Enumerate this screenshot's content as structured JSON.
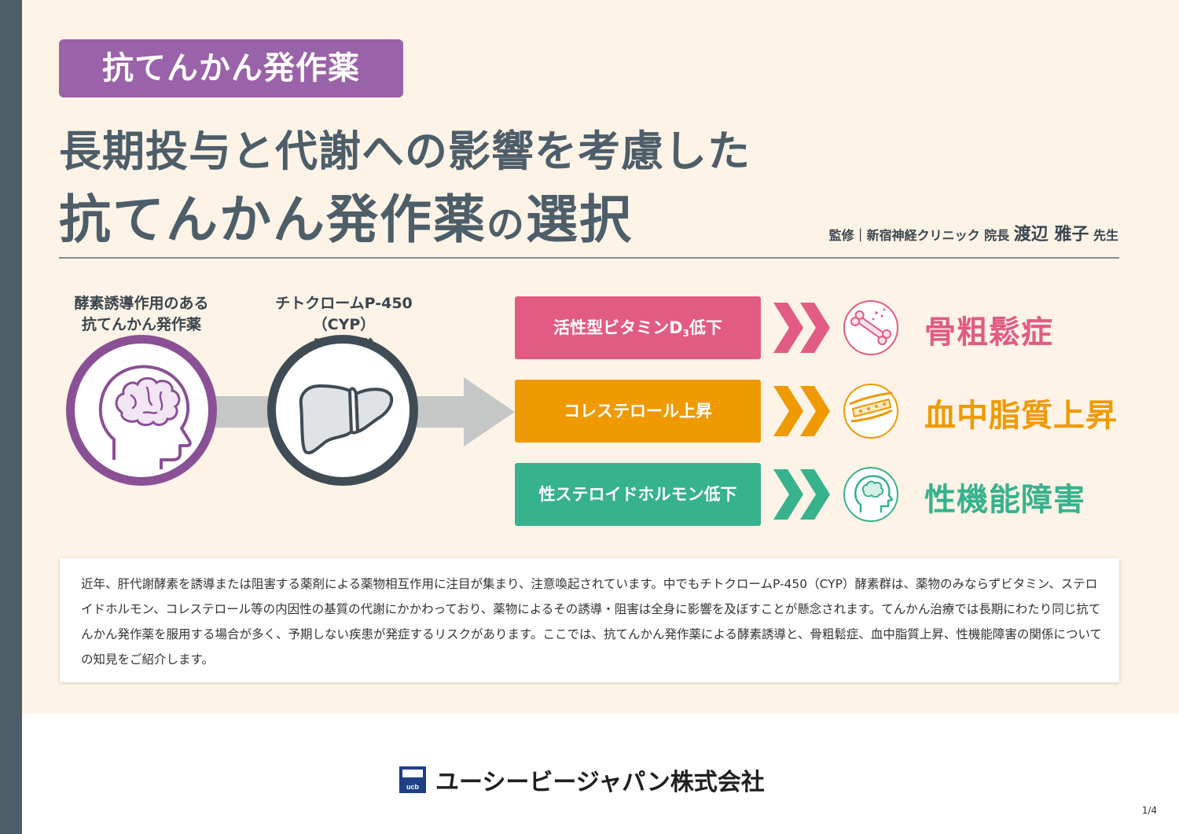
{
  "header": {
    "tag": "抗てんかん発作薬",
    "title_line1": "長期投与と代謝への影響を考慮した",
    "title_line2_main": "抗てんかん発作薬",
    "title_line2_particle": "の",
    "title_line2_end": "選択"
  },
  "supervisor": {
    "label": "監修｜新宿神経クリニック 院長",
    "name": "渡辺 雅子",
    "suffix": "先生"
  },
  "diagram": {
    "caption_drug": "酵素誘導作用のある\n抗てんかん発作薬",
    "caption_cyp": "チトクロームP-450（CYP）\n酵素誘導",
    "effects": [
      {
        "label": "活性型ビタミンD",
        "sub": "3",
        "label_end": "低下",
        "result": "骨粗鬆症",
        "icon": "bone-icon",
        "color": "#e25b83"
      },
      {
        "label": "コレステロール上昇",
        "result": "血中脂質上昇",
        "icon": "blood-vessel-icon",
        "color": "#ef9a00"
      },
      {
        "label": "性ステロイドホルモン低下",
        "result": "性機能障害",
        "icon": "head-brain-icon",
        "color": "#36b28c"
      }
    ]
  },
  "body_text": "近年、肝代謝酵素を誘導または阻害する薬剤による薬物相互作用に注目が集まり、注意喚起されています。中でもチトクロームP-450（CYP）酵素群は、薬物のみならずビタミン、ステロイドホルモン、コレステロール等の内因性の基質の代謝にかかわっており、薬物によるその誘導・阻害は全身に影響を及ぼすことが懸念されます。てんかん治療では長期にわたり同じ抗てんかん発作薬を服用する場合が多く、予期しない疾患が発症するリスクがあります。ここでは、抗てんかん発作薬による酵素誘導と、骨粗鬆症、血中脂質上昇、性機能障害の関係についての知見をご紹介します。",
  "footer": {
    "logo_text": "ucb",
    "company": "ユーシービージャパン株式会社",
    "page": "1/4"
  }
}
